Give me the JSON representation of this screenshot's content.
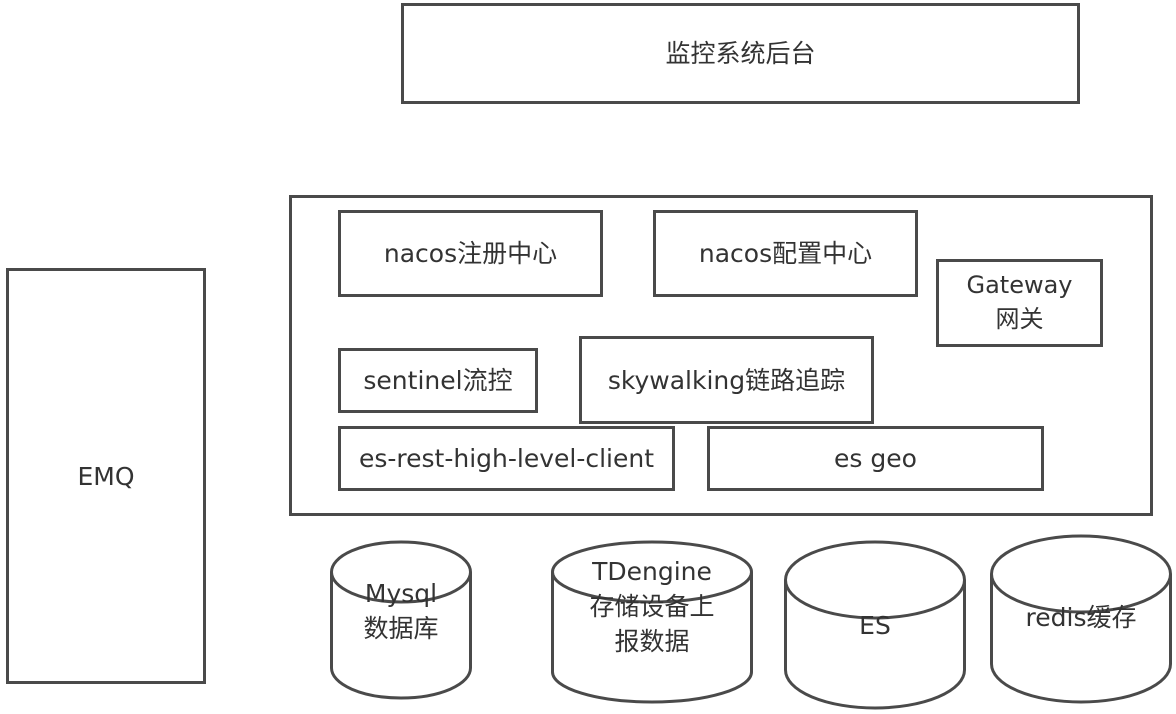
{
  "top": {
    "label": "监控系统后台"
  },
  "emq": {
    "label": "EMQ"
  },
  "services": {
    "nacos_registry": "nacos注册中心",
    "nacos_config": "nacos配置中心",
    "gateway": "Gateway\n网关",
    "sentinel": "sentinel流控",
    "skywalking": "skywalking链路追踪",
    "es_client": "es-rest-high-level-client",
    "es_geo": "es geo"
  },
  "databases": {
    "mysql": "Mysql\n数据库",
    "tdengine": "TDengine\n存储设备上\n报数据",
    "es": "ES",
    "redis": "redis缓存"
  }
}
